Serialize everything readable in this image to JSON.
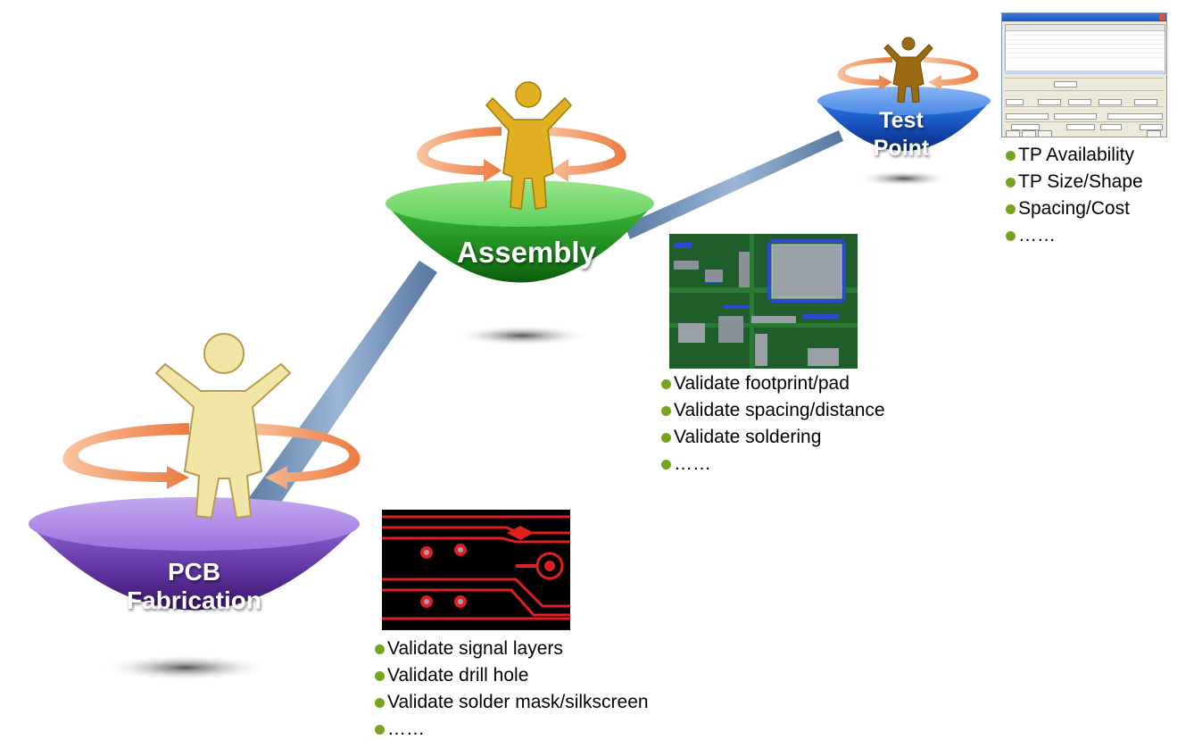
{
  "stages": {
    "fabrication": {
      "label_line1": "PCB",
      "label_line2": "Fabrication",
      "color": "#7b4bc4"
    },
    "assembly": {
      "label": "Assembly",
      "color": "#2fa02f"
    },
    "test": {
      "label_line1": "Test",
      "label_line2": "Point",
      "color": "#1f5fd6"
    }
  },
  "fabrication_bullets": [
    "Validate signal layers",
    "Validate drill hole",
    "Validate solder mask/silkscreen",
    "……"
  ],
  "assembly_bullets": [
    "Validate footprint/pad",
    "Validate spacing/distance",
    "Validate soldering",
    "……"
  ],
  "test_bullets": [
    "TP Availability",
    "TP Size/Shape",
    "Spacing/Cost",
    "……"
  ],
  "colors": {
    "bullet": "#77a41e",
    "rod": "#6f8fb5",
    "arrow": "#f08a50",
    "figure_fab": "#f2e6a6",
    "figure_asm": "#e0b020",
    "figure_test": "#9a6a10"
  },
  "icons": {
    "figure": "person-cheering-icon",
    "rotate": "rotation-arrows-icon"
  }
}
